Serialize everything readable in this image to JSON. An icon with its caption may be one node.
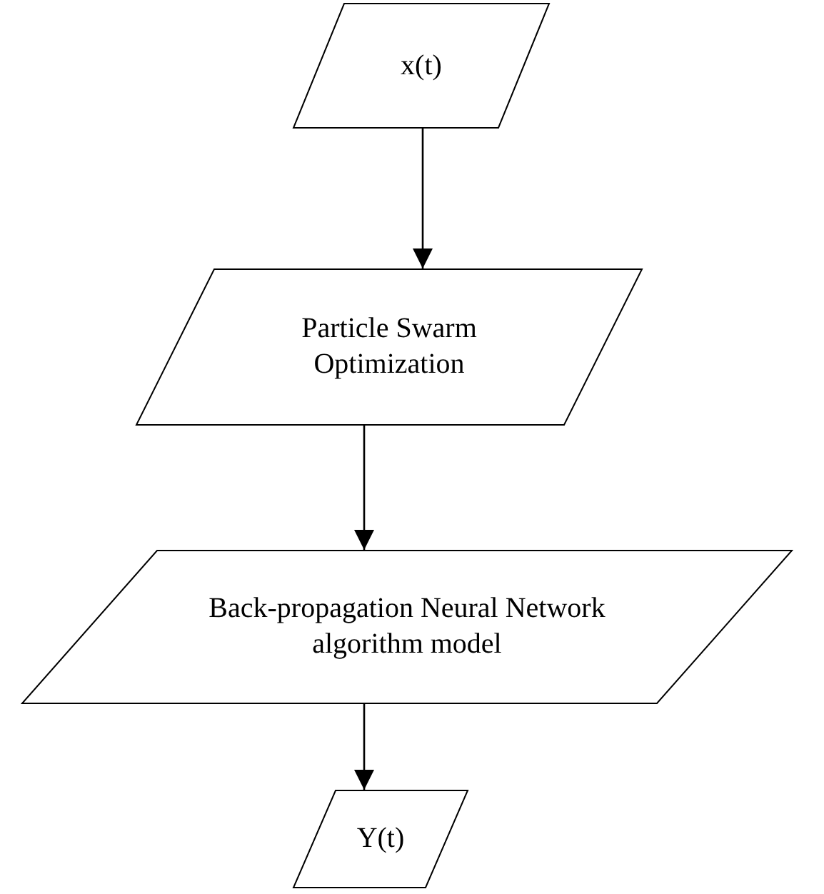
{
  "diagram": {
    "nodes": [
      {
        "text": [
          "x(t)"
        ]
      },
      {
        "text": [
          "Particle Swarm Optimization"
        ]
      },
      {
        "text": [
          "Back-propagation Neural Network algorithm model"
        ]
      },
      {
        "text": [
          "Y(t)"
        ]
      }
    ],
    "edges": [
      {
        "from": 0,
        "to": 1,
        "arrow": "to"
      },
      {
        "from": 1,
        "to": 2,
        "arrow": "to"
      },
      {
        "from": 2,
        "to": 3,
        "arrow": "to"
      }
    ]
  }
}
